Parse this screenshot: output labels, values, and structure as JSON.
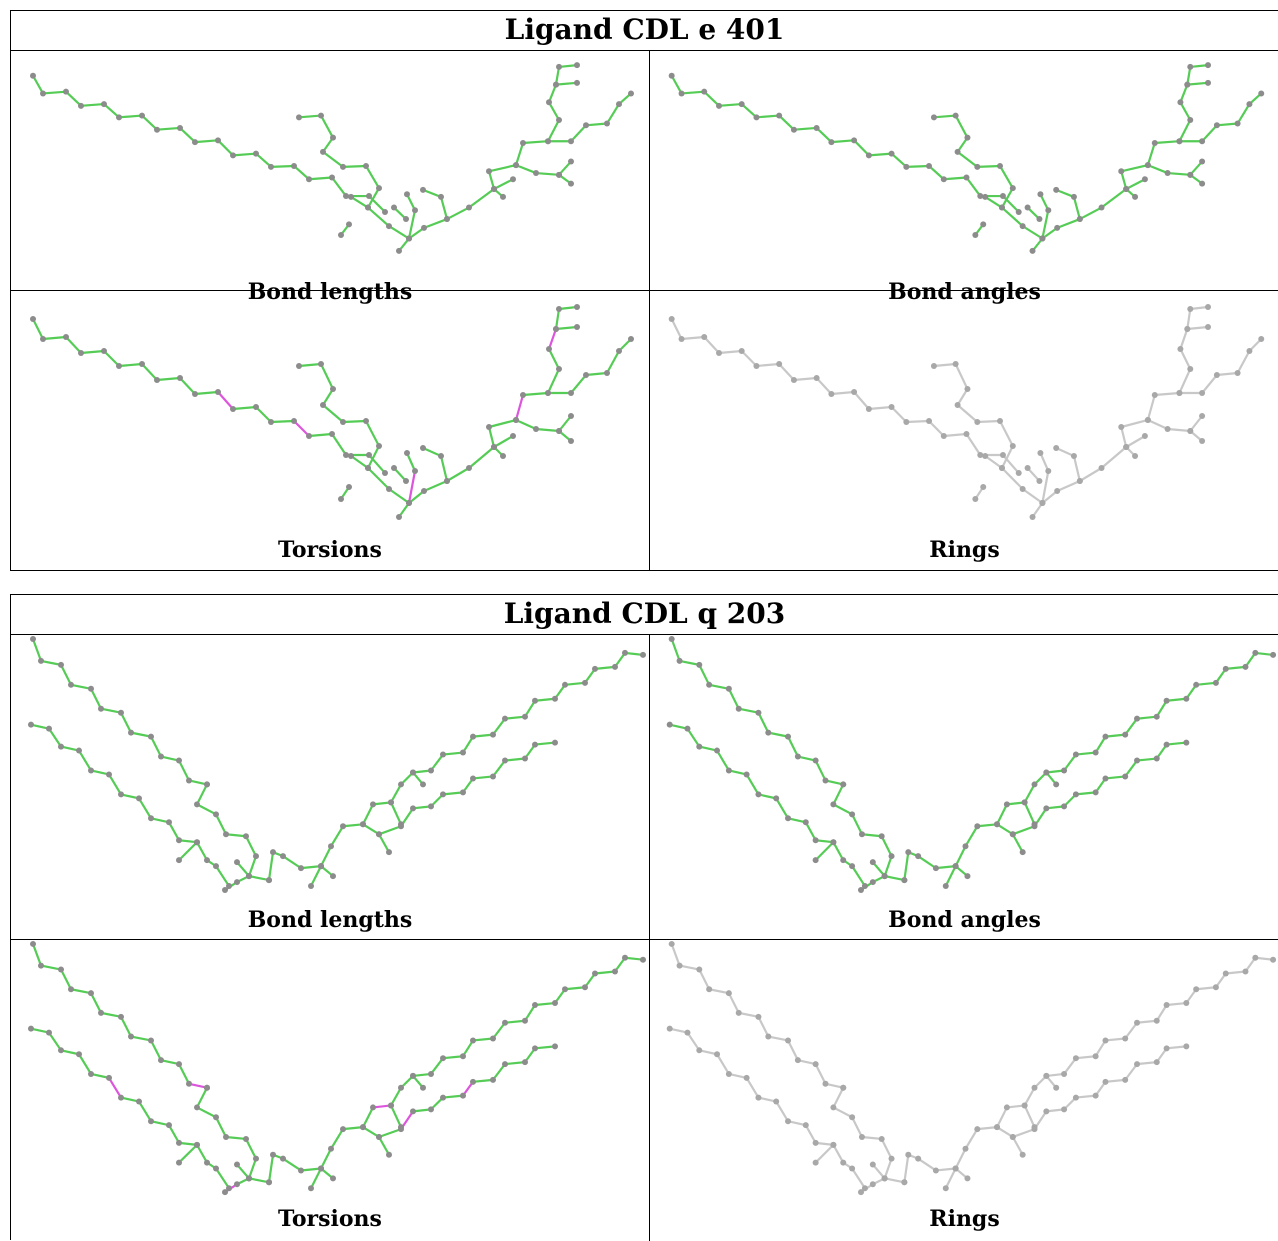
{
  "colors": {
    "ok_bond": "#55cc55",
    "outlier_bond": "#dd55dd",
    "neutral_bond": "#c8c8c8",
    "atom": "#8c8c8c",
    "atom_light": "#a8a8a8"
  },
  "panels": [
    {
      "title": "Ligand CDL e 401",
      "cells": [
        {
          "caption": "Bond lengths",
          "style": "green"
        },
        {
          "caption": "Bond angles",
          "style": "green"
        },
        {
          "caption": "Torsions",
          "style": "torsion"
        },
        {
          "caption": "Rings",
          "style": "gray"
        }
      ]
    },
    {
      "title": "Ligand CDL q 203",
      "cells": [
        {
          "caption": "Bond lengths",
          "style": "green"
        },
        {
          "caption": "Bond angles",
          "style": "green"
        },
        {
          "caption": "Torsions",
          "style": "torsion"
        },
        {
          "caption": "Rings",
          "style": "gray"
        }
      ]
    }
  ]
}
